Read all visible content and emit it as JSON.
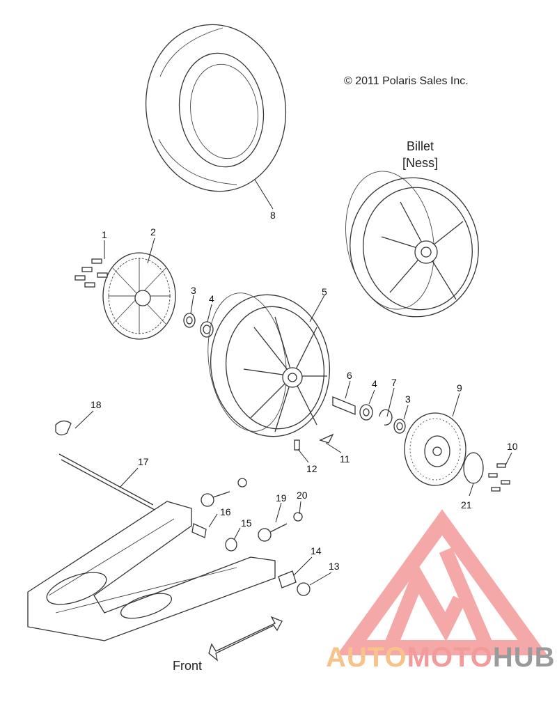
{
  "copyright": "© 2011 Polaris Sales Inc.",
  "variant": {
    "line1": "Billet",
    "line2": "[Ness]"
  },
  "direction_label": "Front",
  "watermark": {
    "part1": "AUTO",
    "part2": "MOTO",
    "part3": "HUB"
  },
  "colors": {
    "line": "#333333",
    "watermark_red": "#f28b8b",
    "watermark_orange": "#f7c38b",
    "watermark_gray": "#9a9a9a"
  },
  "callouts": [
    "1",
    "2",
    "3",
    "4",
    "5",
    "6",
    "4",
    "7",
    "3",
    "9",
    "10",
    "21",
    "11",
    "12",
    "18",
    "17",
    "16",
    "15",
    "19",
    "20",
    "14",
    "13",
    "8"
  ]
}
